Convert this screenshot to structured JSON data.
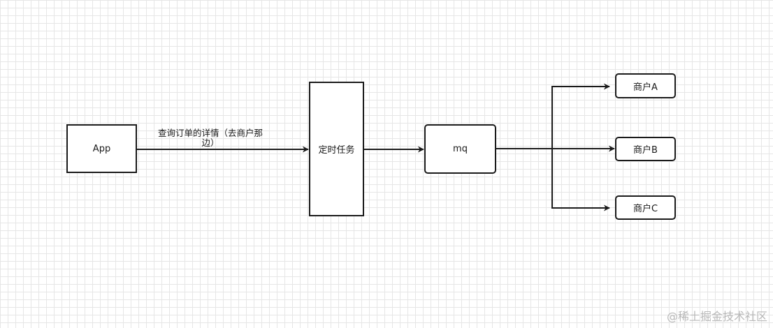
{
  "nodes": {
    "app": "App",
    "scheduler": "定时任务",
    "mq": "mq",
    "merchant_a": "商户A",
    "merchant_b": "商户B",
    "merchant_c": "商户C"
  },
  "edge_labels": {
    "app_to_scheduler": "查询订单的详情（去商户那边）"
  },
  "watermark": "@稀土掘金技术社区",
  "colors": {
    "stroke": "#1a1a1a",
    "grid": "#e6e6e6",
    "watermark": "#b8b8b8"
  }
}
